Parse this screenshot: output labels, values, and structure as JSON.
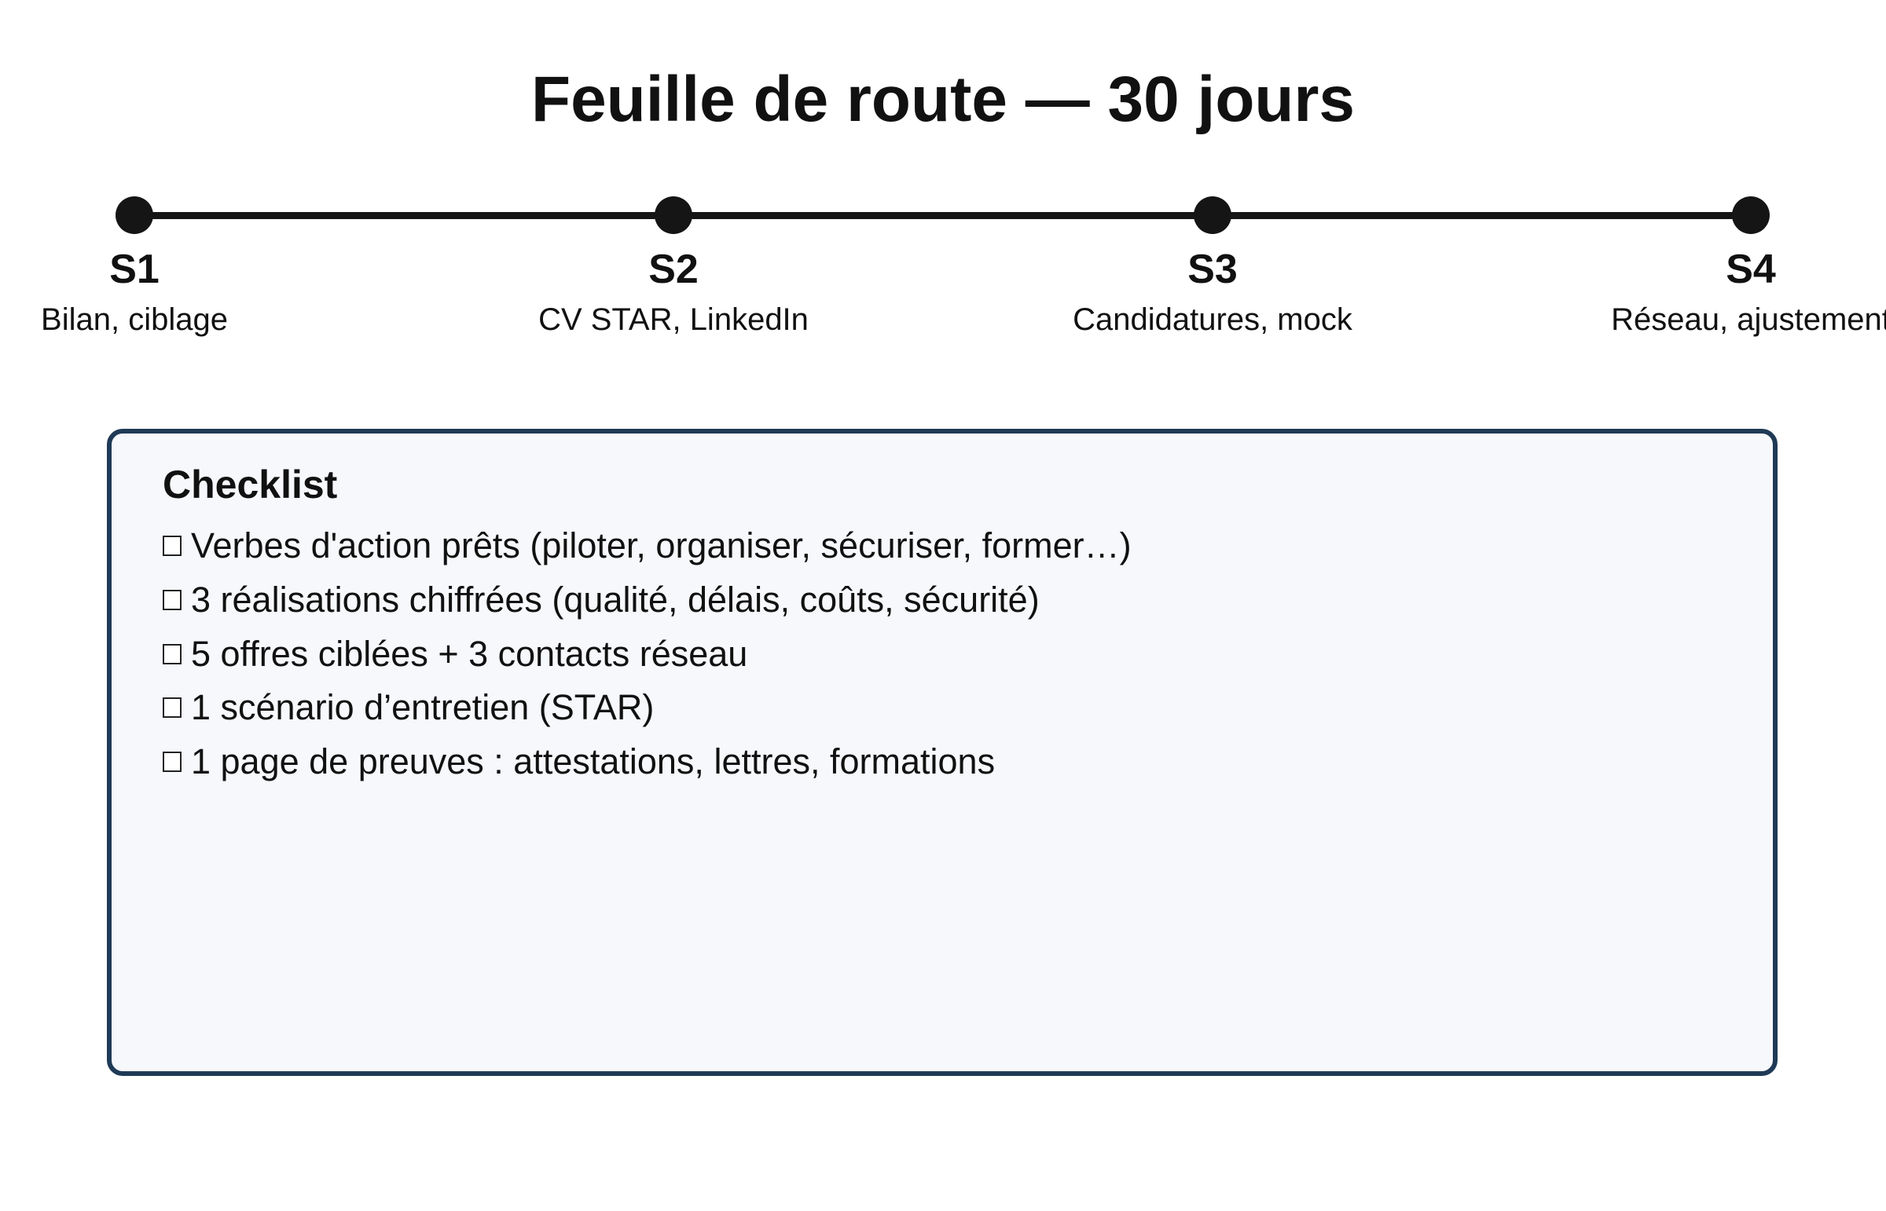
{
  "title": "Feuille de route — 30 jours",
  "timeline": [
    {
      "week": "S1",
      "desc": "Bilan, ciblage"
    },
    {
      "week": "S2",
      "desc": "CV STAR, LinkedIn"
    },
    {
      "week": "S3",
      "desc": "Candidatures, mock"
    },
    {
      "week": "S4",
      "desc": "Réseau, ajustement"
    }
  ],
  "checklist": {
    "title": "Checklist",
    "items": [
      {
        "text": "Verbes d'action prêts (piloter, organiser, sécuriser, former…)",
        "checked": false
      },
      {
        "text": "3 réalisations chiffrées (qualité, délais, coûts, sécurité)",
        "checked": false
      },
      {
        "text": "5 offres ciblées + 3 contacts réseau",
        "checked": false
      },
      {
        "text": "1 scénario d’entretien (STAR)",
        "checked": false
      },
      {
        "text": "1 page de preuves : attestations, lettres, formations",
        "checked": false
      }
    ]
  },
  "colors": {
    "box_border": "#1f3a56",
    "box_bg": "#f7f8fc",
    "timeline": "#151515"
  }
}
